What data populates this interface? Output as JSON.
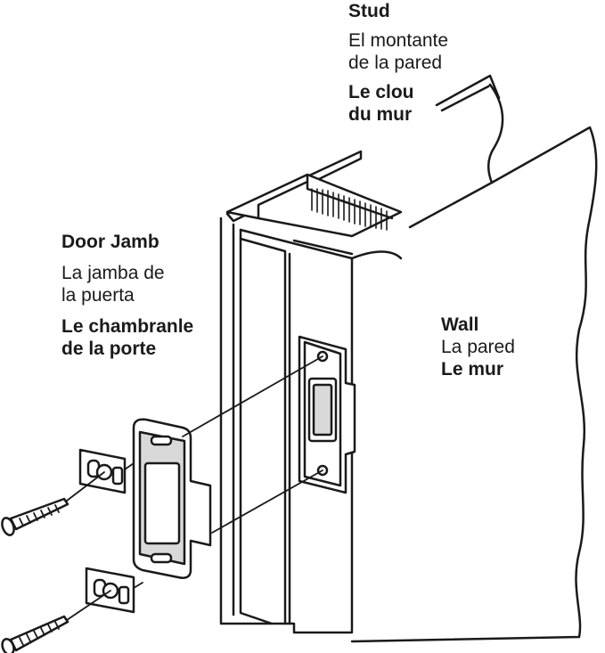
{
  "labels": {
    "stud": {
      "en": "Stud",
      "es_line1": "El montante",
      "es_line2": "de la pared",
      "fr_line1": "Le clou",
      "fr_line2": "du mur"
    },
    "jamb": {
      "en": "Door Jamb",
      "es_line1": "La jamba de",
      "es_line2": "la puerta",
      "fr_line1": "Le chambranle",
      "fr_line2": "de la porte"
    },
    "wall": {
      "en": "Wall",
      "es": "La pared",
      "fr": "Le mur"
    }
  },
  "colors": {
    "ink": "#1a1a1a",
    "shade": "#d9d9d9",
    "paper": "#ffffff"
  }
}
